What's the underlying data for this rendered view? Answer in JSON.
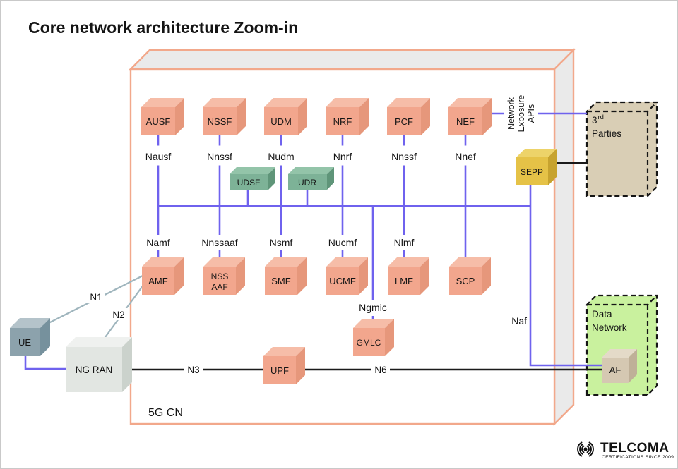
{
  "title": "Core network architecture Zoom-in",
  "core_label": "5G CN",
  "row1": {
    "ausf": "AUSF",
    "nssf": "NSSF",
    "udm": "UDM",
    "nrf": "NRF",
    "pcf": "PCF",
    "nef": "NEF"
  },
  "row1_sbi": {
    "nausf": "Nausf",
    "nnssf": "Nnssf",
    "nudm": "Nudm",
    "nnrf": "Nnrf",
    "npcf": "Nnssf",
    "nnef": "Nnef"
  },
  "row2": {
    "amf": "AMF",
    "nssaaf1": "NSS",
    "nssaaf2": "AAF",
    "smf": "SMF",
    "ucmf": "UCMF",
    "lmf": "LMF",
    "scp": "SCP"
  },
  "row2_sbi": {
    "namf": "Namf",
    "nnssaaf": "Nnssaaf",
    "nsmf": "Nsmf",
    "nucmf": "Nucmf",
    "nlmf": "Nlmf"
  },
  "data_layer": {
    "udsf": "UDSF",
    "udr": "UDR"
  },
  "security": {
    "sepp": "SEPP"
  },
  "location": {
    "gmlc": "GMLC",
    "ngmic": "Ngmic"
  },
  "user_plane": {
    "upf": "UPF",
    "ue": "UE",
    "ngran": "NG RAN",
    "af": "AF"
  },
  "ifaces": {
    "n1": "N1",
    "n2": "N2",
    "n3": "N3",
    "n6": "N6",
    "naf": "Naf"
  },
  "nea": {
    "l1": "Network",
    "l2": "Exposure",
    "l3": "APIs"
  },
  "third_parties": {
    "num": "3",
    "sup": "rd",
    "word": "Parties"
  },
  "data_network": {
    "l1": "Data",
    "l2": "Network"
  },
  "logo": {
    "name": "TELCOMA",
    "tagline": "CERTIFICATIONS SINCE 2009"
  },
  "colors": {
    "salmon_f": "#F2A68D",
    "salmon_t": "#F6BDA8",
    "salmon_r": "#E6977B",
    "green_f": "#7DB297",
    "green_t": "#93C4A9",
    "green_r": "#5F9579",
    "yellow_f": "#E5C247",
    "yellow_t": "#EDD369",
    "yellow_r": "#C7A32F",
    "slate_f": "#8CA2AC",
    "slate_t": "#B4C3CA",
    "slate_r": "#76919D",
    "gray_f": "#E2E6E2",
    "gray_t": "#EFF1EF",
    "gray_r": "#CBD2CC",
    "tan_f": "#D5C8B2",
    "tan_t": "#E4DAC8",
    "tan_r": "#BFB098",
    "tan_fill": "#D9CEB5",
    "green_fill": "#C9F19E",
    "line_blue": "#6F62EE",
    "line_gray": "#9FB5BD",
    "line_black": "#1A1A1A",
    "frame": "#F2A88B",
    "face": "#EAEAEA"
  }
}
